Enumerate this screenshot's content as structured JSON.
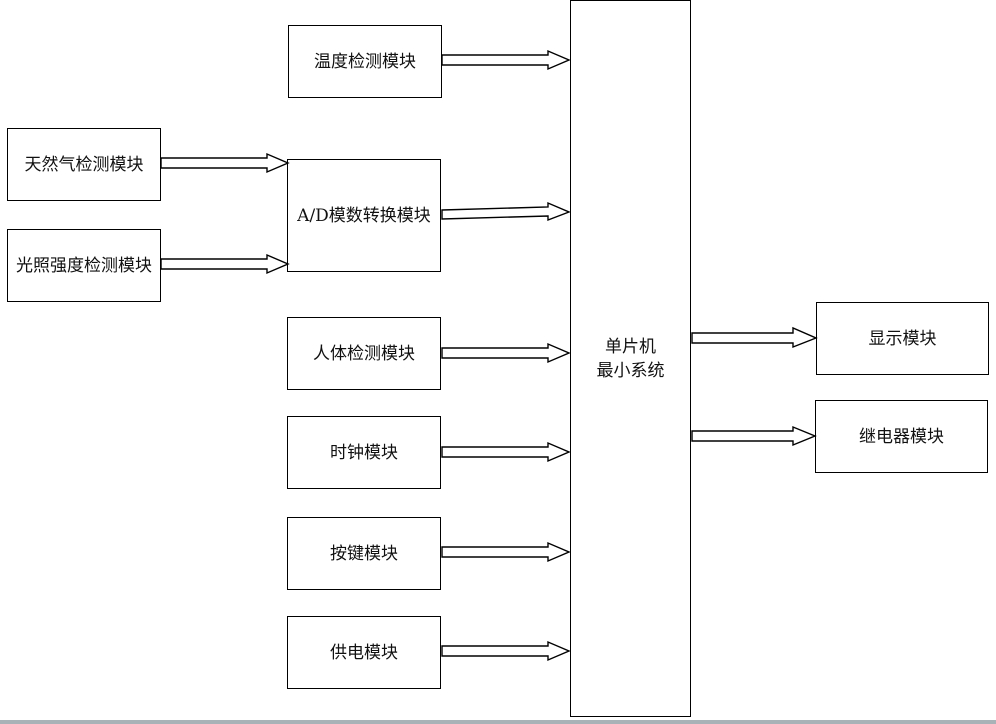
{
  "diagram": {
    "nodes": {
      "temp": "温度检测模块",
      "gas": "天然气检测模块",
      "light": "光照强度检测模块",
      "adc": "A/D模数转换模块",
      "human": "人体检测模块",
      "clock": "时钟模块",
      "keys": "按键模块",
      "power": "供电模块",
      "mcu_line1": "单片机",
      "mcu_line2": "最小系统",
      "display": "显示模块",
      "relay": "继电器模块"
    },
    "edges": [
      {
        "from": "temp",
        "to": "mcu"
      },
      {
        "from": "gas",
        "to": "adc"
      },
      {
        "from": "light",
        "to": "adc"
      },
      {
        "from": "adc",
        "to": "mcu"
      },
      {
        "from": "human",
        "to": "mcu"
      },
      {
        "from": "clock",
        "to": "mcu"
      },
      {
        "from": "keys",
        "to": "mcu"
      },
      {
        "from": "power",
        "to": "mcu"
      },
      {
        "from": "mcu",
        "to": "display"
      },
      {
        "from": "mcu",
        "to": "relay"
      }
    ]
  }
}
